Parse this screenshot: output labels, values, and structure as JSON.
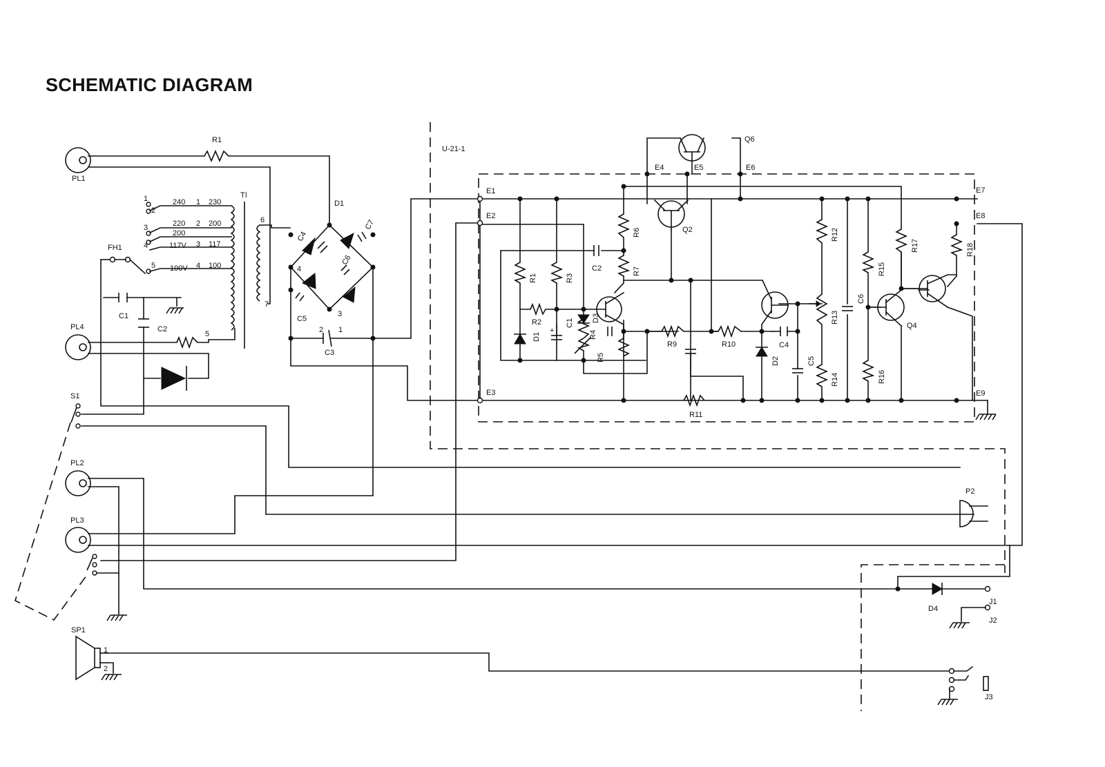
{
  "title": "SCHEMATIC DIAGRAM",
  "board_label": "U-21-1",
  "connectors": {
    "PL1": "PL1",
    "PL2": "PL2",
    "PL3": "PL3",
    "PL4": "PL4",
    "P2": "P2",
    "J1": "J1",
    "J2": "J2",
    "J3": "J3",
    "SP1": "SP1"
  },
  "fuse_holder": "FH1",
  "switch": "S1",
  "transformer": {
    "name": "TI",
    "taps": [
      {
        "left": "1",
        "right": ""
      },
      {
        "left": "2",
        "right": "240"
      },
      {
        "left": "3",
        "right": "220"
      },
      {
        "left": "",
        "right": "200"
      },
      {
        "left": "4",
        "right": "117V"
      },
      {
        "left": "5",
        "right": "100V"
      }
    ],
    "second_column": [
      {
        "num": "1",
        "volt": "230"
      },
      {
        "num": "2",
        "volt": "200"
      },
      {
        "num": "3",
        "volt": "117"
      },
      {
        "num": "4",
        "volt": "100"
      }
    ],
    "pins": {
      "p5": "5",
      "p6": "6",
      "p7": "7"
    }
  },
  "bridge_pins": {
    "p1": "1",
    "p2": "2",
    "p3": "3",
    "p4": "4"
  },
  "speaker_pins": {
    "p1": "1",
    "p2": "2"
  },
  "resistors": [
    "R1",
    "R2",
    "R3",
    "R4",
    "R5",
    "R6",
    "R7",
    "R9",
    "R10",
    "R11",
    "R12",
    "R13",
    "R14",
    "R15",
    "R16",
    "R17",
    "R18"
  ],
  "capacitors": [
    "C1",
    "C2",
    "C3",
    "C4",
    "C5",
    "C6",
    "C7"
  ],
  "diodes": [
    "D1",
    "D2",
    "D3",
    "D4"
  ],
  "transistors": [
    "Q2",
    "Q4",
    "Q6"
  ],
  "edge_terminals": [
    "E1",
    "E2",
    "E3",
    "E4",
    "E5",
    "E6",
    "E7",
    "E8",
    "E9"
  ],
  "colors": {
    "ink": "#111111",
    "paper": "#ffffff"
  }
}
